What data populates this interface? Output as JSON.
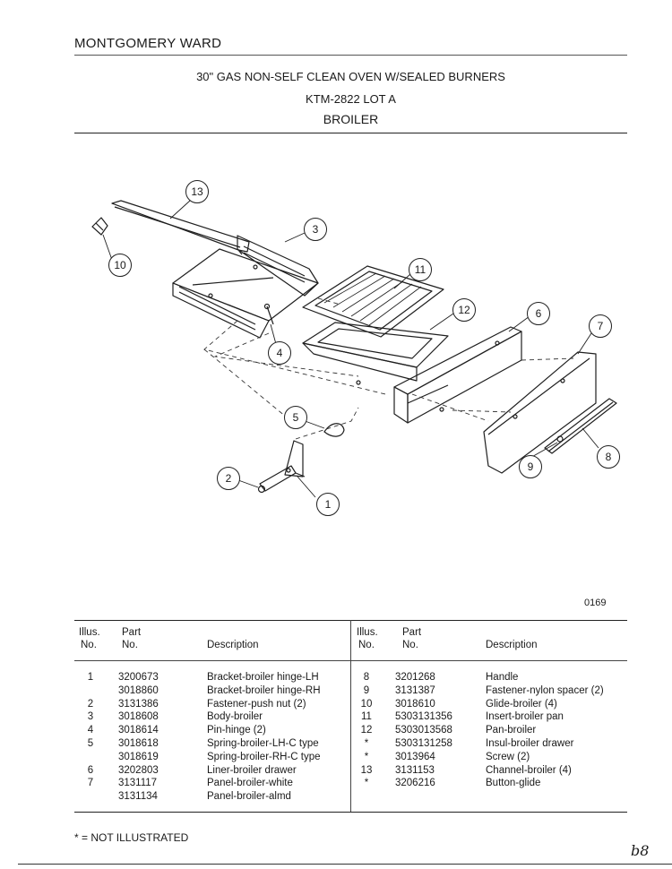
{
  "header": {
    "brand": "MONTGOMERY WARD",
    "title": "30\" GAS NON-SELF CLEAN OVEN W/SEALED BURNERS",
    "model": "KTM-2822 LOT A",
    "section": "BROILER"
  },
  "diagram": {
    "figure_number": "0169",
    "callouts": [
      "1",
      "2",
      "3",
      "4",
      "5",
      "6",
      "7",
      "8",
      "9",
      "10",
      "11",
      "12",
      "13"
    ]
  },
  "table": {
    "headers": {
      "illus": "Illus.",
      "no": "No.",
      "part": "Part",
      "part_no": "No.",
      "description": "Description"
    },
    "left": [
      {
        "illus": "1",
        "part": "3200673",
        "desc": "Bracket-broiler hinge-LH"
      },
      {
        "illus": "",
        "part": "3018860",
        "desc": "Bracket-broiler hinge-RH"
      },
      {
        "illus": "2",
        "part": "3131386",
        "desc": "Fastener-push nut (2)"
      },
      {
        "illus": "3",
        "part": "3018608",
        "desc": "Body-broiler"
      },
      {
        "illus": "4",
        "part": "3018614",
        "desc": "Pin-hinge (2)"
      },
      {
        "illus": "5",
        "part": "3018618",
        "desc": "Spring-broiler-LH-C type"
      },
      {
        "illus": "",
        "part": "3018619",
        "desc": "Spring-broiler-RH-C type"
      },
      {
        "illus": "6",
        "part": "3202803",
        "desc": "Liner-broiler drawer"
      },
      {
        "illus": "7",
        "part": "3131117",
        "desc": "Panel-broiler-white"
      },
      {
        "illus": "",
        "part": "3131134",
        "desc": "Panel-broiler-almd"
      }
    ],
    "right": [
      {
        "illus": "8",
        "part": "3201268",
        "desc": "Handle"
      },
      {
        "illus": "9",
        "part": "3131387",
        "desc": "Fastener-nylon spacer (2)"
      },
      {
        "illus": "10",
        "part": "3018610",
        "desc": "Glide-broiler (4)"
      },
      {
        "illus": "11",
        "part": "5303131356",
        "desc": "Insert-broiler pan"
      },
      {
        "illus": "12",
        "part": "5303013568",
        "desc": "Pan-broiler"
      },
      {
        "illus": "*",
        "part": "5303131258",
        "desc": "Insul-broiler drawer"
      },
      {
        "illus": "*",
        "part": "3013964",
        "desc": "Screw (2)"
      },
      {
        "illus": "13",
        "part": "3131153",
        "desc": "Channel-broiler (4)"
      },
      {
        "illus": "*",
        "part": "3206216",
        "desc": "Button-glide"
      }
    ]
  },
  "footnote": "* = NOT ILLUSTRATED",
  "corner_mark": "b8"
}
